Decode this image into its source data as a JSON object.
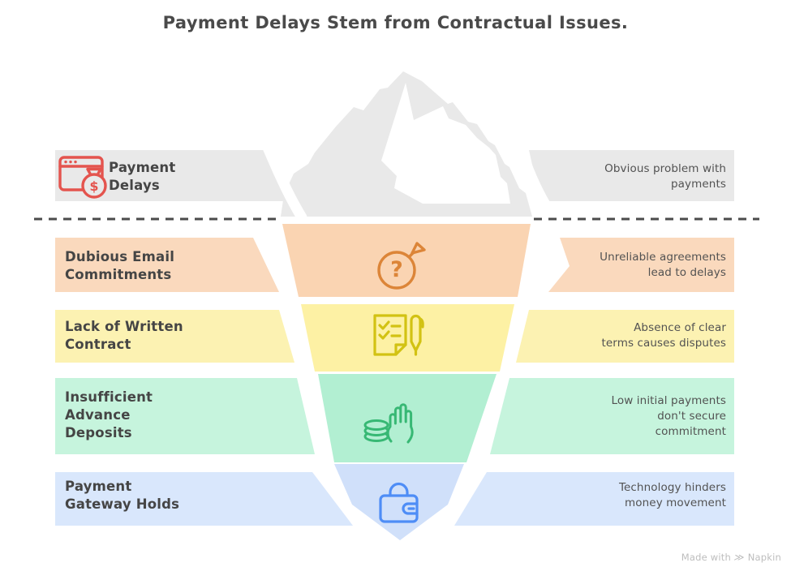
{
  "title": "Payment Delays Stem from Contractual Issues.",
  "rows": [
    {
      "id": "payment-delays",
      "label": "Payment\nDelays",
      "description": "Obvious problem with\npayments",
      "icon": "money-bag-card-icon",
      "band_color": "#e9e9e9",
      "accent_color": "#e4544e",
      "position": "above-waterline"
    },
    {
      "id": "dubious-email-commitments",
      "label": "Dubious Email\nCommitments",
      "description": "Unreliable agreements\nlead to delays",
      "icon": "question-mark-arrow-icon",
      "band_color": "#fad9bd",
      "center_color": "#fad4b2",
      "accent_color": "#dc8538",
      "position": "below-waterline"
    },
    {
      "id": "lack-of-written-contract",
      "label": "Lack of Written\nContract",
      "description": "Absence of clear\nterms causes disputes",
      "icon": "contract-pen-icon",
      "band_color": "#fcf2b2",
      "center_color": "#fdf1a4",
      "accent_color": "#d2c213",
      "position": "below-waterline"
    },
    {
      "id": "insufficient-advance-deposits",
      "label": "Insufficient\nAdvance\nDeposits",
      "description": "Low initial payments\ndon't secure\ncommitment",
      "icon": "coins-hand-icon",
      "band_color": "#c6f4dd",
      "center_color": "#b2efd2",
      "accent_color": "#37b874",
      "position": "below-waterline"
    },
    {
      "id": "payment-gateway-holds",
      "label": "Payment\nGateway Holds",
      "description": "Technology hinders\nmoney movement",
      "icon": "lock-wallet-icon",
      "band_color": "#d9e7fc",
      "center_color": "#d0e0fa",
      "accent_color": "#4e8df6",
      "position": "below-waterline"
    }
  ],
  "footer": {
    "made_with": "Made with",
    "brand": "Napkin"
  }
}
